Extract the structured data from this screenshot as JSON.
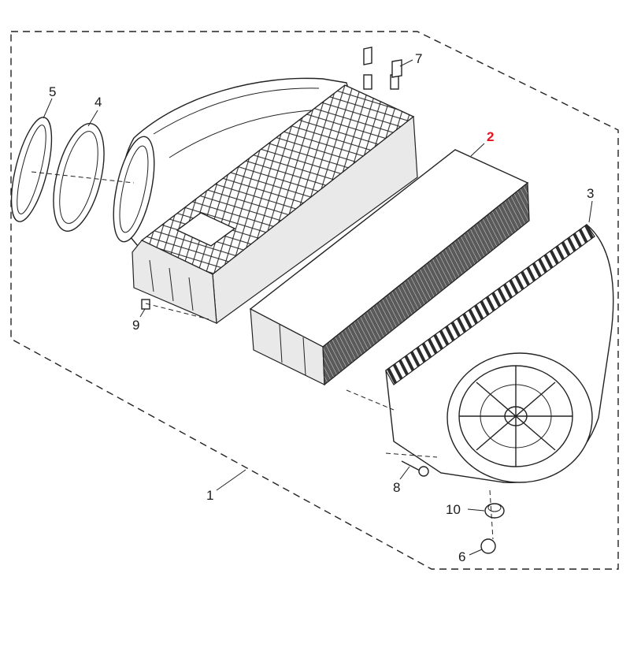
{
  "diagram": {
    "highlight_color": "#e8101c",
    "text_color": "#1a1a1a",
    "callouts": [
      {
        "id": "c1",
        "text": "1"
      },
      {
        "id": "c2",
        "text": "2",
        "highlight": true
      },
      {
        "id": "c3",
        "text": "3"
      },
      {
        "id": "c4",
        "text": "4"
      },
      {
        "id": "c5",
        "text": "5"
      },
      {
        "id": "c6",
        "text": "6"
      },
      {
        "id": "c7",
        "text": "7"
      },
      {
        "id": "c8",
        "text": "8"
      },
      {
        "id": "c9",
        "text": "9"
      },
      {
        "id": "c10",
        "text": "10"
      }
    ]
  }
}
